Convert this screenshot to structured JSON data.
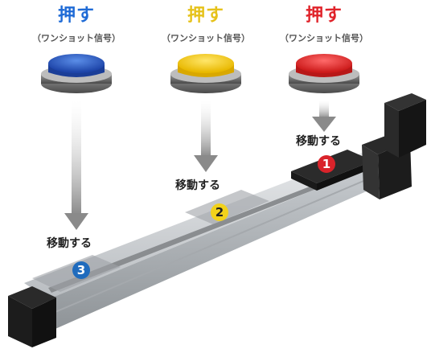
{
  "buttons": [
    {
      "title": "押す",
      "subtitle": "（ワンショット信号）",
      "color": "#2450b8",
      "title_color": "#1f6bd6"
    },
    {
      "title": "押す",
      "subtitle": "（ワンショット信号）",
      "color": "#f2c81a",
      "title_color": "#e6c21a"
    },
    {
      "title": "押す",
      "subtitle": "（ワンショット信号）",
      "color": "#e0232a",
      "title_color": "#e0232a"
    }
  ],
  "steps": [
    {
      "number": "1",
      "label": "移動する",
      "color": "#d9232a"
    },
    {
      "number": "2",
      "label": "移動する",
      "color": "#f2d21a"
    },
    {
      "number": "3",
      "label": "移動する",
      "color": "#1f6bbd"
    }
  ]
}
